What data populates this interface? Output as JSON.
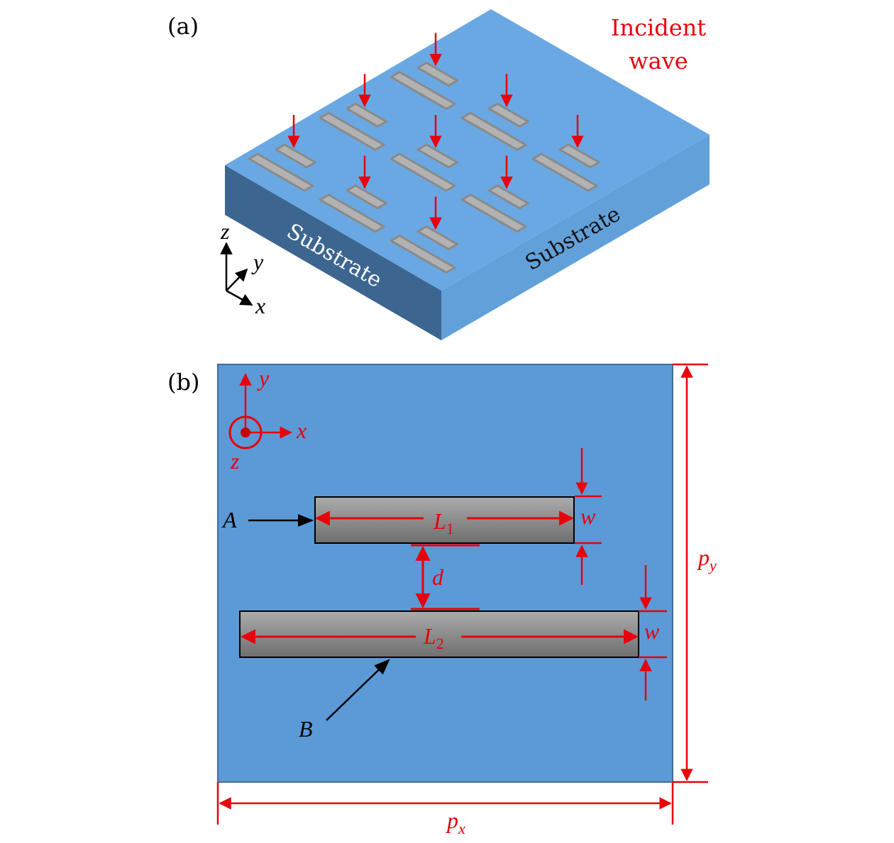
{
  "panel_a": {
    "label": "(a)",
    "incident_wave_line1": "Incident",
    "incident_wave_line2": "wave",
    "substrate_left_label": "Substrate",
    "substrate_right_label": "Substrate",
    "axis_z": "z",
    "axis_y": "y",
    "axis_x": "x"
  },
  "panel_b": {
    "label": "(b)",
    "axis_y": "y",
    "axis_x": "x",
    "axis_z": "z",
    "label_A": "A",
    "label_B": "B",
    "L1_main": "L",
    "L1_sub": "1",
    "L2_main": "L",
    "L2_sub": "2",
    "w_upper": "w",
    "w_lower": "w",
    "d": "d",
    "py_main": "p",
    "py_sub": "y",
    "px_main": "p",
    "px_sub": "x"
  },
  "colors": {
    "substrate_top": "#6aa8e4",
    "substrate_front": "#3c6690",
    "substrate_side": "#62a0da",
    "unit_cell": "#5b9ad6",
    "strip_fill": "#b2b2b2",
    "annotation_red": "#e8000b"
  }
}
